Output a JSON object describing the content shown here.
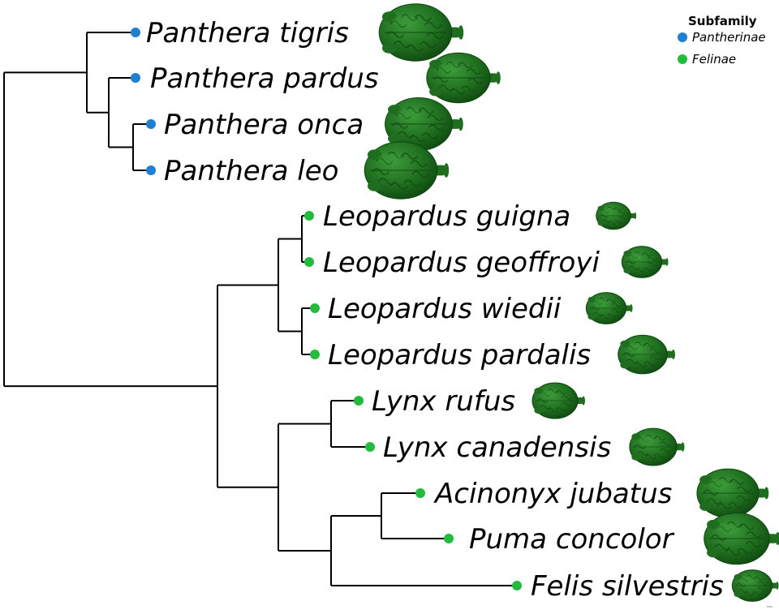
{
  "legend": {
    "title": "Subfamily",
    "entries": [
      {
        "key": "pantherinae",
        "label": "Pantherinae",
        "color": "#1f7fd0"
      },
      {
        "key": "felinae",
        "label": "Felinae",
        "color": "#22bb3c"
      }
    ]
  },
  "colors": {
    "branch": "#000000",
    "brain_fill": "#1f6e1f",
    "brain_dark": "#0f4710",
    "brain_light": "#3c9a3a"
  },
  "taxa": [
    {
      "id": "tigris",
      "name": "Panthera tigris",
      "subfamily": "pantherinae",
      "brain_icon": "brain-3d-render",
      "brain_scale": 1.0
    },
    {
      "id": "pardus",
      "name": "Panthera pardus",
      "subfamily": "pantherinae",
      "brain_icon": "brain-3d-render",
      "brain_scale": 0.88
    },
    {
      "id": "onca",
      "name": "Panthera onca",
      "subfamily": "pantherinae",
      "brain_icon": "brain-3d-render",
      "brain_scale": 0.92
    },
    {
      "id": "leo",
      "name": "Panthera leo",
      "subfamily": "pantherinae",
      "brain_icon": "brain-3d-render",
      "brain_scale": 1.0
    },
    {
      "id": "guigna",
      "name": "Leopardus guigna",
      "subfamily": "felinae",
      "brain_icon": "brain-3d-render",
      "brain_scale": 0.42
    },
    {
      "id": "geoffroyi",
      "name": "Leopardus geoffroyi",
      "subfamily": "felinae",
      "brain_icon": "brain-3d-render",
      "brain_scale": 0.5
    },
    {
      "id": "wiedii",
      "name": "Leopardus wiedii",
      "subfamily": "felinae",
      "brain_icon": "brain-3d-render",
      "brain_scale": 0.5
    },
    {
      "id": "pardalis",
      "name": "Leopardus pardalis",
      "subfamily": "felinae",
      "brain_icon": "brain-3d-render",
      "brain_scale": 0.62
    },
    {
      "id": "rufus",
      "name": "Lynx rufus",
      "subfamily": "felinae",
      "brain_icon": "brain-3d-render",
      "brain_scale": 0.58
    },
    {
      "id": "canadensis",
      "name": "Lynx canadensis",
      "subfamily": "felinae",
      "brain_icon": "brain-3d-render",
      "brain_scale": 0.6
    },
    {
      "id": "jubatus",
      "name": "Acinonyx jubatus",
      "subfamily": "felinae",
      "brain_icon": "brain-3d-render",
      "brain_scale": 0.82
    },
    {
      "id": "concolor",
      "name": "Puma concolor",
      "subfamily": "felinae",
      "brain_icon": "brain-3d-render",
      "brain_scale": 0.85
    },
    {
      "id": "silvestris",
      "name": "Felis silvestris",
      "subfamily": "felinae",
      "brain_icon": "brain-3d-render",
      "brain_scale": 0.5
    }
  ],
  "tree": {
    "children": [
      {
        "children": [
          {
            "taxon": "tigris"
          },
          {
            "children": [
              {
                "taxon": "pardus"
              },
              {
                "children": [
                  {
                    "taxon": "onca"
                  },
                  {
                    "taxon": "leo"
                  }
                ]
              }
            ]
          }
        ]
      },
      {
        "children": [
          {
            "children": [
              {
                "children": [
                  {
                    "taxon": "guigna"
                  },
                  {
                    "taxon": "geoffroyi"
                  }
                ]
              },
              {
                "children": [
                  {
                    "taxon": "wiedii"
                  },
                  {
                    "taxon": "pardalis"
                  }
                ]
              }
            ]
          },
          {
            "children": [
              {
                "children": [
                  {
                    "taxon": "rufus"
                  },
                  {
                    "taxon": "canadensis"
                  }
                ]
              },
              {
                "children": [
                  {
                    "children": [
                      {
                        "taxon": "jubatus"
                      },
                      {
                        "taxon": "concolor"
                      }
                    ]
                  },
                  {
                    "taxon": "silvestris"
                  }
                ]
              }
            ]
          }
        ]
      }
    ]
  }
}
